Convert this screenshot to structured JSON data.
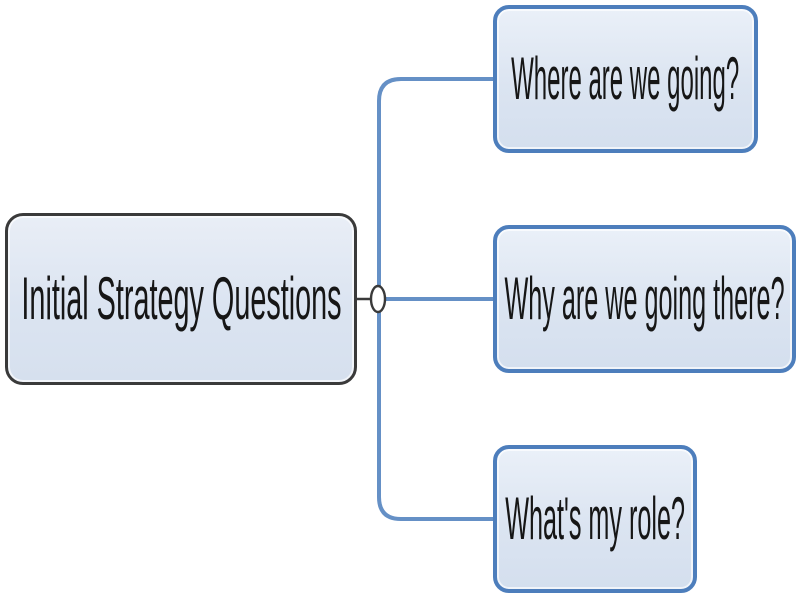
{
  "diagram": {
    "root": {
      "label": "Initial Strategy Questions"
    },
    "children": [
      {
        "label": "Where are we going?"
      },
      {
        "label": "Why are we going there?"
      },
      {
        "label": "What's my role?"
      }
    ],
    "colors": {
      "text": "#161616",
      "child_border": "#4d7ebc",
      "root_border": "#3a3a3a",
      "connector": "#6590c6",
      "node_fill": "#dbe4f1",
      "junction_fill": "#ffffff",
      "background": "#ffffff"
    }
  }
}
